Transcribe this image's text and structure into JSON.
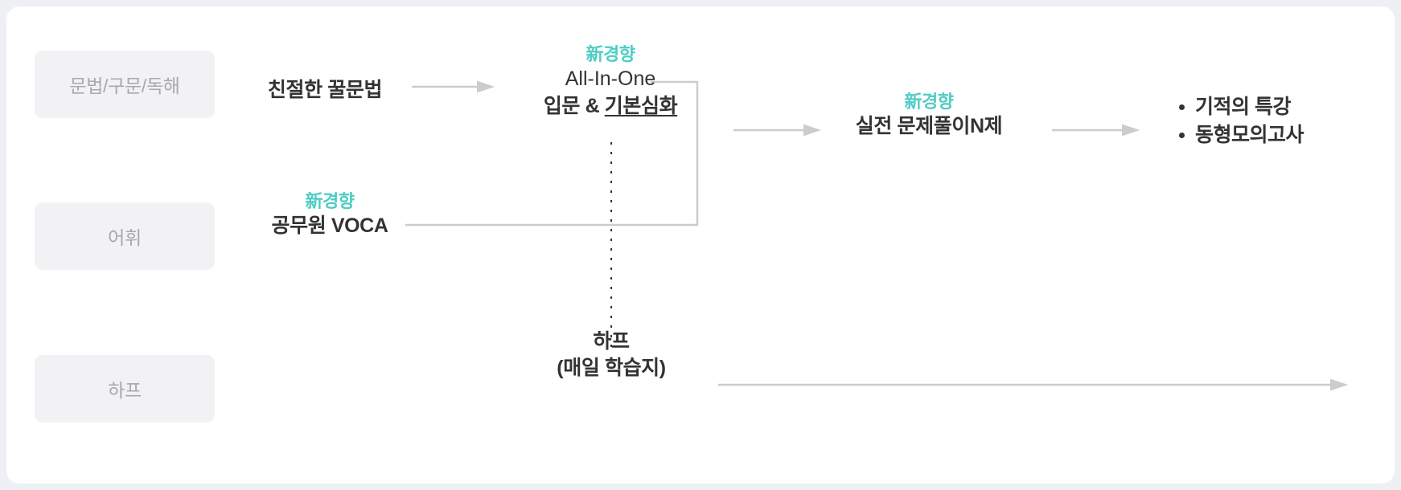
{
  "theme": {
    "accent": "#4ecdc4",
    "text": "#333333",
    "pill_bg": "#f2f2f4",
    "pill_text": "#a8a8ad",
    "line": "#cccccc",
    "card_bg": "#ffffff",
    "page_bg": "#eef0f4"
  },
  "categories": [
    {
      "label": "문법/구문/독해"
    },
    {
      "label": "어휘"
    },
    {
      "label": "하프"
    }
  ],
  "nodes": {
    "kkul": {
      "title": "친절한 꿀문법"
    },
    "all_in_one": {
      "tag": "新경향",
      "title": "All-In-One",
      "sub_prefix": "입문 & ",
      "sub_underlined": "기본심화"
    },
    "voca": {
      "tag": "新경향",
      "title": "공무원 VOCA"
    },
    "nje": {
      "tag": "新경향",
      "title": "실전 문제풀이N제"
    },
    "half": {
      "title": "하프",
      "sub": "(매일 학습지)"
    }
  },
  "outcomes": [
    {
      "label": "기적의 특강"
    },
    {
      "label": "동형모의고사"
    }
  ],
  "connectors": [
    {
      "name": "arrow-kkul-to-allinone",
      "type": "arrow"
    },
    {
      "name": "bracket-to-nje",
      "type": "bracket"
    },
    {
      "name": "arrow-bracket-to-nje",
      "type": "arrow"
    },
    {
      "name": "arrow-nje-to-outcomes",
      "type": "arrow"
    },
    {
      "name": "dotted-allinone-to-half",
      "type": "dotted"
    },
    {
      "name": "arrow-half-timeline",
      "type": "arrow"
    }
  ]
}
